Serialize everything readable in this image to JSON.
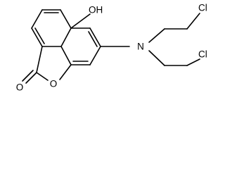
{
  "molecule": {
    "labels": {
      "hydroxyl": "OH",
      "amine_nitrogen": "N",
      "chlorine_upper": "Cl",
      "chlorine_lower": "Cl",
      "ring_oxygen": "O",
      "carbonyl_oxygen": "O"
    },
    "colors": {
      "ink": "#000000",
      "background": "#ffffff"
    }
  }
}
